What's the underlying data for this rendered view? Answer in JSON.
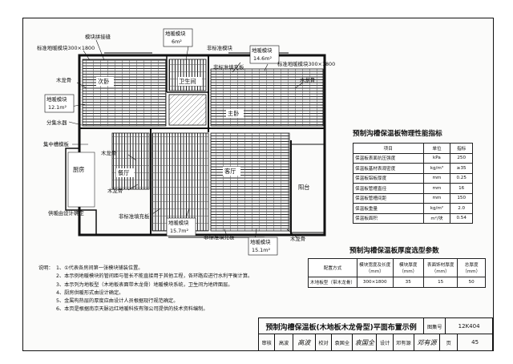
{
  "plan": {
    "labels": {
      "module_joint": "模块拼接缝",
      "std_module_1": "标准地暖模块300×1800",
      "floor_module_top": "地暖模块",
      "floor_module_top_area": "6m²",
      "nonstd_module_1": "非标准模块",
      "floor_module_right": "地暖模块",
      "floor_module_right_area": "14.6m²",
      "nonstd_fill_1": "非标准填充板",
      "std_module_2": "标准地暖模块300×1800",
      "wood_keel_1": "木龙骨",
      "wood_keel_2": "木龙骨",
      "floor_module_left": "地暖模块",
      "floor_module_left_area": "12.1m²",
      "manifold": "分集水器",
      "central_groove": "集中槽模板",
      "wood_keel_3": "木龙骨",
      "wood_keel_4": "木龙骨",
      "heating_design": "供暖由设计确定",
      "nonstd_fill_2": "非标准填充板",
      "floor_module_bottom": "地暖模块",
      "floor_module_bottom_area": "15.7m²",
      "nonstd_fill_3": "非标准填充板",
      "floor_module_br": "地暖模块",
      "floor_module_br_area": "15.1m²",
      "wood_keel_5": "木龙骨"
    },
    "rooms": {
      "bedroom2": "次卧",
      "bathroom": "卫生间",
      "master": "主卧",
      "kitchen": "厨房",
      "dining": "餐厅",
      "living": "客厅",
      "balcony": "阳台"
    }
  },
  "props_table": {
    "title": "预制沟槽保温板物理性能指标",
    "header": [
      "项目",
      "单位",
      "指标"
    ],
    "rows": [
      [
        "保温板表面抗压强度",
        "kPa",
        "250"
      ],
      [
        "保温板基材表观密度",
        "kg/m³",
        "≥35"
      ],
      [
        "保温板铝板厚度",
        "mm",
        "0.25"
      ],
      [
        "保温板管槽直径",
        "mm",
        "16"
      ],
      [
        "保温板管槽间距",
        "mm",
        "150"
      ],
      [
        "保温板重量",
        "kg/m²",
        "2.0"
      ],
      [
        "保温板面积",
        "m²/块",
        "0.54"
      ]
    ]
  },
  "thick_table": {
    "title": "预制沟槽保温板厚度选型参数",
    "header": [
      "配置方式",
      "模块宽度及长度（mm）",
      "模块厚度（mm）",
      "表面饰材厚度（mm）",
      "总厚度（mm）"
    ],
    "row": [
      "木地板型（带木龙骨）",
      "300×1800",
      "35",
      "15",
      "50"
    ]
  },
  "notes": {
    "heading": "说明：",
    "items": [
      "1、①代表各房间第一张模块铺装位置。",
      "2、本示例地暖模块的管间距与管长不能直接用于其他工程，各环路应进行水利平衡计算。",
      "3、本示列为地板型（木地板表面带木龙骨）地暖模块系统，卫生间为地砖面层。",
      "4、厨房供暖形式由设计确定。",
      "5、金属构热层的厚度应由设计人员根据现行规范确定。",
      "6、本页是根据南京天脉远红地暖科技有限公司提供的技术资料编制。"
    ]
  },
  "title_block": {
    "title": "预制沟槽保温板(木地板木龙骨型)平面布置示例",
    "atlas_label": "图集号",
    "atlas_no": "12K404",
    "review_label": "审核",
    "reviewer": "高波",
    "reviewer_sig": "高波",
    "check_label": "校对",
    "checker": "袁国全",
    "checker_sig": "袁国全",
    "design_label": "设计",
    "designer": "邓有源",
    "designer_sig": "邓有源",
    "page_label": "页",
    "page_no": "45"
  }
}
